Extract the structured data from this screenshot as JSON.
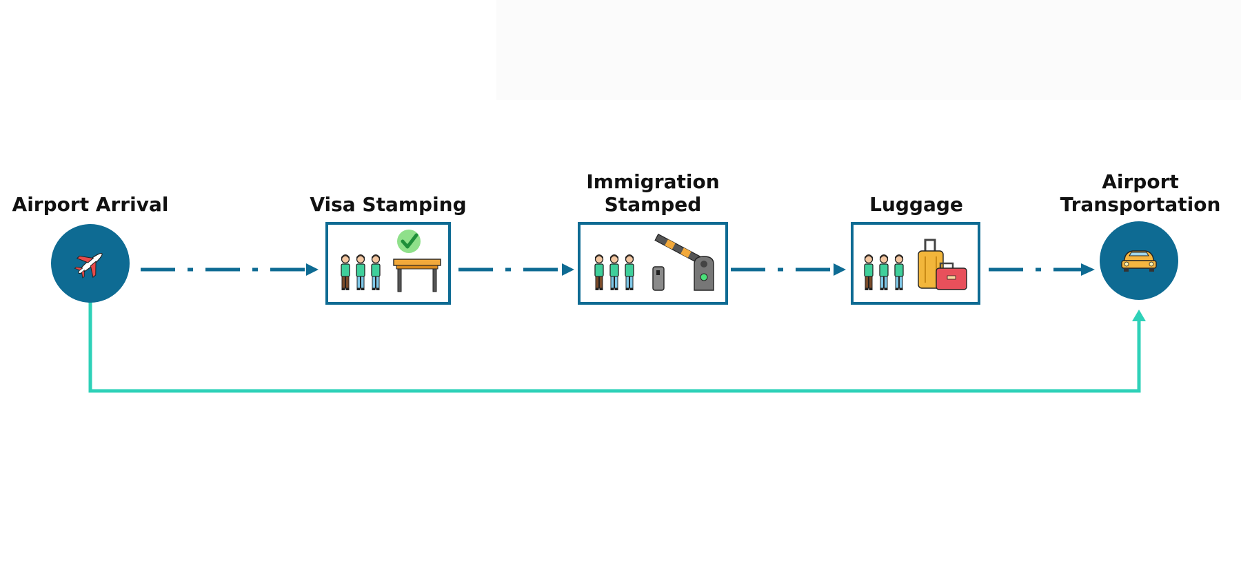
{
  "colors": {
    "primary": "#0e6b93",
    "accent": "#2ed1b8",
    "text": "#111111",
    "background": "#ffffff"
  },
  "steps": [
    {
      "id": "arrival",
      "label": [
        "Airport Arrival"
      ],
      "shape": "circle",
      "icon": "airplane-icon"
    },
    {
      "id": "visa",
      "label": [
        "Visa Stamping"
      ],
      "shape": "box",
      "icon": "queue-with-desk-and-check-icon"
    },
    {
      "id": "immigration",
      "label": [
        "Immigration",
        "Stamped"
      ],
      "shape": "box",
      "icon": "queue-with-barrier-gate-icon"
    },
    {
      "id": "luggage",
      "label": [
        "Luggage"
      ],
      "shape": "box",
      "icon": "queue-with-suitcases-icon"
    },
    {
      "id": "transport",
      "label": [
        "Airport",
        "Transportation"
      ],
      "shape": "circle",
      "icon": "car-icon"
    }
  ],
  "connections": [
    {
      "from": "arrival",
      "to": "visa",
      "style": "dash-dot"
    },
    {
      "from": "visa",
      "to": "immigration",
      "style": "dash-dot"
    },
    {
      "from": "immigration",
      "to": "luggage",
      "style": "dash-dot"
    },
    {
      "from": "luggage",
      "to": "transport",
      "style": "dash-dot"
    },
    {
      "from": "arrival",
      "to": "transport",
      "style": "solid-bypass"
    }
  ]
}
